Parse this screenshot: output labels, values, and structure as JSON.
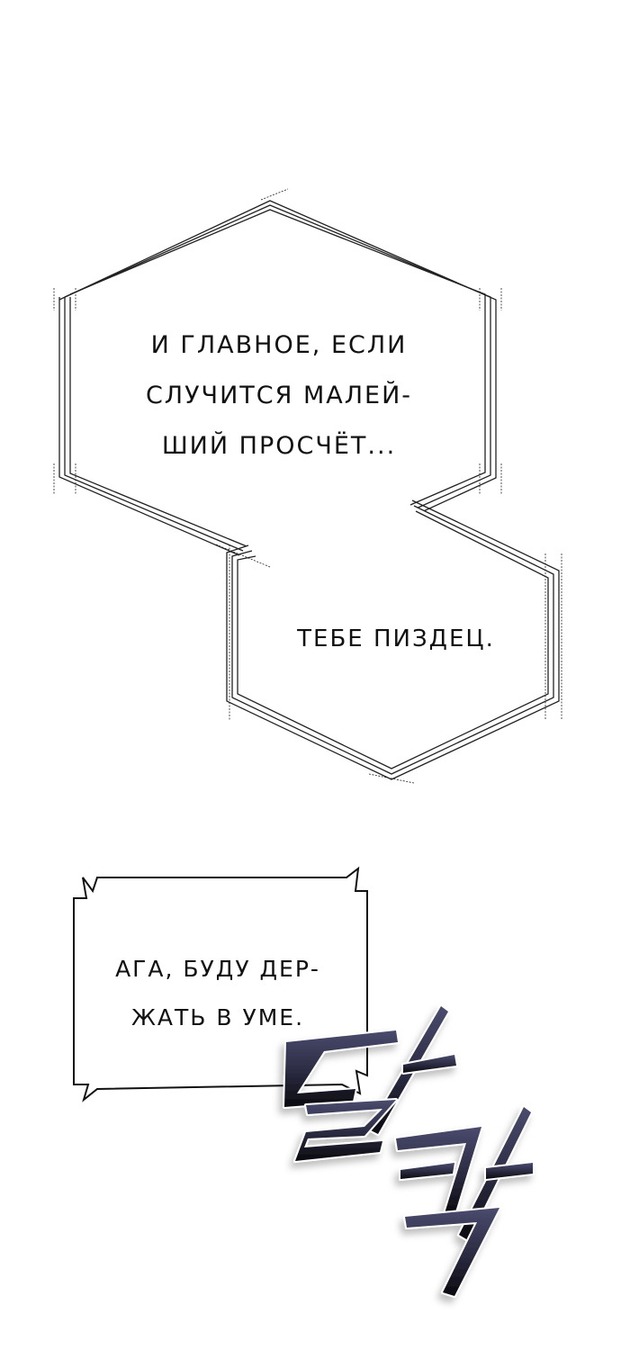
{
  "page": {
    "background_color": "#ffffff"
  },
  "bubbles": [
    {
      "shape": "hexagon-triple-line",
      "lines": [
        "И ГЛАВНОЕ, ЕСЛИ",
        "СЛУЧИТСЯ МАЛЕЙ-",
        "ШИЙ ПРОСЧЁТ..."
      ],
      "text": "И ГЛАВНОЕ, ЕСЛИ\nСЛУЧИТСЯ МАЛЕЙ-\nШИЙ ПРОСЧЁТ..."
    },
    {
      "shape": "hexagon-triple-line",
      "lines": [
        "ТЕБЕ ПИЗДЕЦ."
      ],
      "text": "ТЕБЕ ПИЗДЕЦ."
    },
    {
      "shape": "rectangle-spiky-corners",
      "lines": [
        "АГА, БУДУ ДЕР-",
        "ЖАТЬ В УМЕ."
      ],
      "text": "АГА, БУДУ ДЕР-\nЖАТЬ В УМЕ."
    }
  ],
  "sfx": {
    "text": "달칵",
    "color_top": "#4a4a6e",
    "color_bottom": "#0a0a0f",
    "outline": "#ffffff"
  },
  "colors": {
    "ink": "#111111",
    "bubble_fill": "#ffffff"
  }
}
